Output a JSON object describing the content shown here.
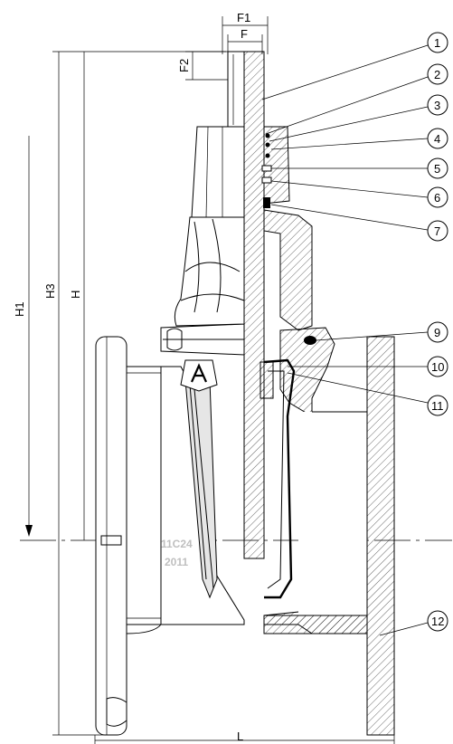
{
  "dimensions": {
    "F1": "F1",
    "F": "F",
    "F2": "F2",
    "H1": "H1",
    "H3": "H3",
    "H": "H",
    "L": "L"
  },
  "callouts": [
    "1",
    "2",
    "3",
    "4",
    "5",
    "6",
    "7",
    "9",
    "10",
    "11",
    "12"
  ],
  "casting": {
    "code": "11C24",
    "year": "2011"
  },
  "colors": {
    "line": "#000000",
    "background": "#ffffff"
  }
}
